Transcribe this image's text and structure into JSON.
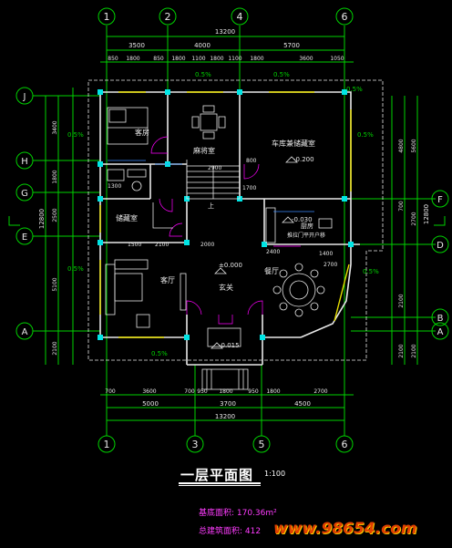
{
  "drawing": {
    "title": "一层平面图",
    "scale": "1:100",
    "area_base": "基底面积: 170.36m²",
    "area_total": "总建筑面积: 412",
    "watermark": "www.98654.com"
  },
  "axes_top": [
    "1",
    "2",
    "4",
    "6"
  ],
  "axes_bottom": [
    "1",
    "3",
    "5",
    "6"
  ],
  "axes_left": [
    "J",
    "H",
    "G",
    "E",
    "A"
  ],
  "axes_right": [
    "F",
    "D",
    "B",
    "A"
  ],
  "dims_top": {
    "total": "13200",
    "row1": [
      "3500",
      "4000",
      "5700"
    ],
    "row2": [
      "850",
      "1800",
      "850",
      "1800",
      "1100",
      "1800",
      "1100",
      "1800",
      "3600",
      "1050"
    ]
  },
  "dims_bottom": {
    "total": "13200",
    "row1": [
      "5000",
      "3700",
      "4500"
    ],
    "row2": [
      "700",
      "3600",
      "700",
      "950",
      "1800",
      "950",
      "1800",
      "2700"
    ]
  },
  "dims_left": {
    "total": "12800",
    "outer": [
      "3400",
      "1800",
      "2500",
      "5100",
      "2100"
    ],
    "inner": [
      "0.5%",
      "0.5%"
    ]
  },
  "dims_right": {
    "total": "12800",
    "outer": [
      "5600",
      "2700",
      "2100"
    ],
    "inner": [
      "4800",
      "700",
      "2100",
      "2100"
    ]
  },
  "slopes": [
    "0.5%",
    "0.5%",
    "0.5%",
    "0.5%",
    "0.5%",
    "0.5%"
  ],
  "rooms": {
    "bedroom": "客房",
    "tea_room": "麻将室",
    "garage": "车库兼储藏室",
    "storage": "储藏室",
    "living": "客厅",
    "foyer": "玄关",
    "dining": "餐厅",
    "kitchen": "厨房",
    "kitchen_note": "推拉门平开户移",
    "stairs_up": "上"
  },
  "levels": {
    "garage": "-0.200",
    "kitchen": "-0.030",
    "foyer": "±0.000",
    "porch": "-0.015"
  },
  "small_dims": [
    "2900",
    "800",
    "1700",
    "1400",
    "2700",
    "2400",
    "2000",
    "2100",
    "1500",
    "1300"
  ],
  "colors": {
    "axis": "#00d200",
    "wall": "#e8e8e8",
    "window": "#e8e000",
    "door": "#ff00ff",
    "column": "#00e5e5",
    "watermark": "#e04000",
    "area_text": "#ff3cff"
  }
}
